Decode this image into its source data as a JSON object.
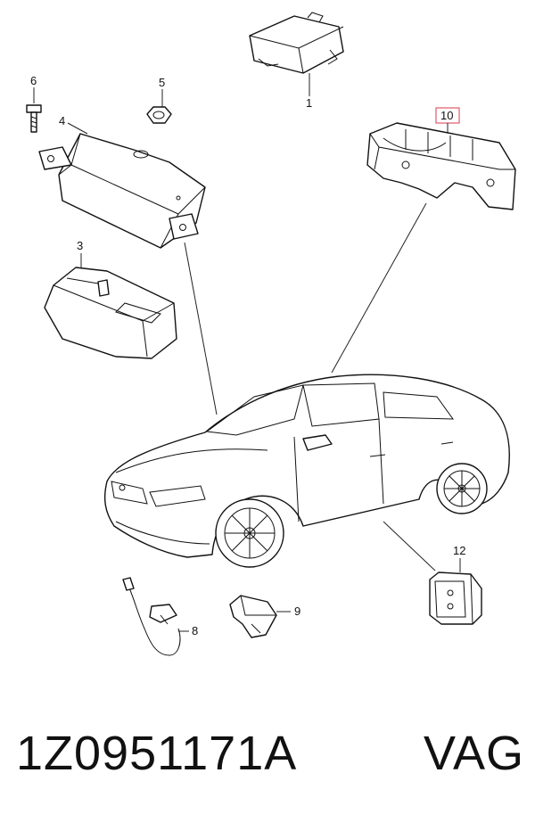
{
  "callouts": {
    "c1": "1",
    "c3": "3",
    "c4": "4",
    "c5": "5",
    "c6": "6",
    "c8": "8",
    "c9": "9",
    "c10": "10",
    "c12": "12"
  },
  "caption": {
    "part_number": "1Z0951171A",
    "brand": "VAG"
  },
  "colors": {
    "highlight_box": "#e05a6a",
    "ink": "#111111"
  }
}
